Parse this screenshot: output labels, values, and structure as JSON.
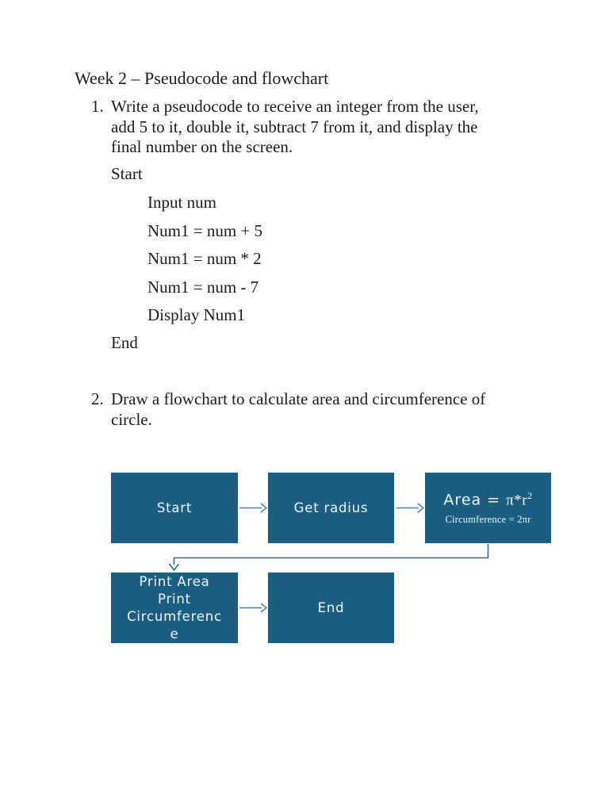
{
  "document": {
    "title": "Week 2 – Pseudocode and flowchart",
    "items": [
      {
        "number": "1.",
        "text": "Write a pseudocode to receive an integer from the user,\nadd 5 to it, double it, subtract 7 from it, and display the\nfinal number on the screen."
      },
      {
        "number": "2.",
        "text": "Draw a flowchart to calculate area and circumference of\ncircle."
      }
    ],
    "pseudocode": {
      "start": "Start",
      "lines": [
        "Input num",
        "Num1 = num + 5",
        "Num1 = num * 2",
        "Num1 = num - 7",
        "Display Num1"
      ],
      "end": "End"
    }
  },
  "flowchart": {
    "colors": {
      "box_fill": "#1c5e81",
      "box_text": "#eef5f9",
      "arrow": "#4580ab",
      "connector": "#2a6a93"
    },
    "nodes": {
      "start": {
        "label": "Start"
      },
      "get_radius": {
        "label": "Get radius"
      },
      "area": {
        "formula_prefix": "Area = ",
        "formula_math": "π*r",
        "formula_exponent": "2",
        "subformula": "Circumference = 2πr"
      },
      "print": {
        "label_wrapped": "Print Area\nPrint\nCircumferenc\ne"
      },
      "end": {
        "label": "End"
      }
    }
  }
}
